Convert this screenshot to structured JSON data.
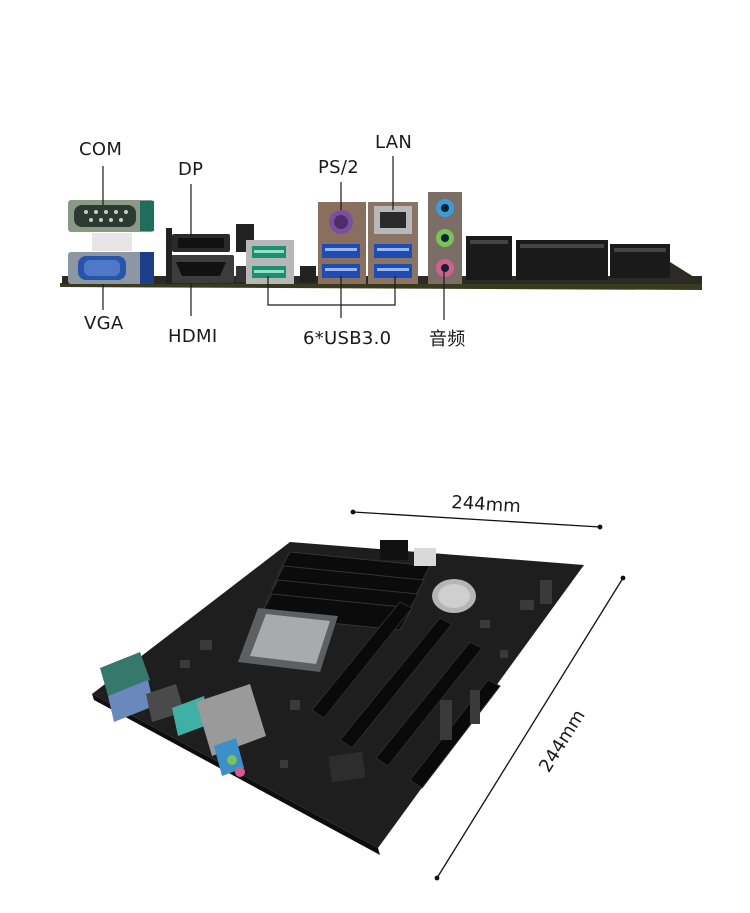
{
  "io_panel": {
    "labels": {
      "com": "COM",
      "dp": "DP",
      "ps2": "PS/2",
      "lan": "LAN",
      "vga": "VGA",
      "hdmi": "HDMI",
      "usb": "6*USB3.0",
      "audio": "音频"
    }
  },
  "board_dimensions": {
    "width": "244mm",
    "depth": "244mm"
  }
}
